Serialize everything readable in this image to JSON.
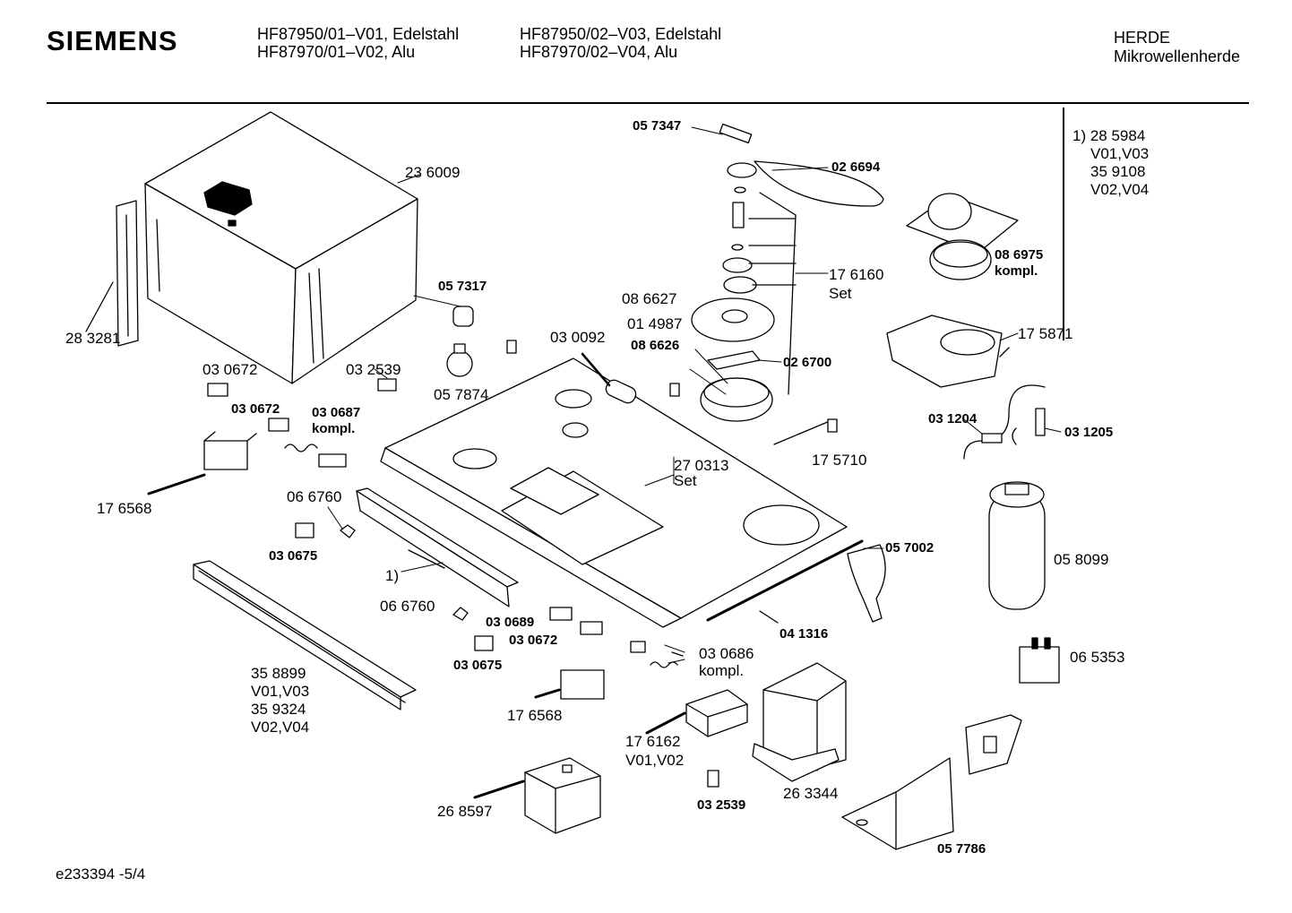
{
  "header": {
    "brand": "SIEMENS",
    "models_col1": [
      "HF87950/01–V01, Edelstahl",
      "HF87970/01–V02, Alu"
    ],
    "models_col2": [
      "HF87950/02–V03, Edelstahl",
      "HF87970/02–V04, Alu"
    ],
    "category": [
      "HERDE",
      "Mikrowellenherde"
    ]
  },
  "side_note": [
    "1)  28 5984",
    "V01,V03",
    "35 9108",
    "V02,V04"
  ],
  "parts": [
    {
      "id": "p236009",
      "text": "23 6009"
    },
    {
      "id": "p283281",
      "text": "28 3281"
    },
    {
      "id": "p030672a",
      "text": "03 0672"
    },
    {
      "id": "p032539a",
      "text": "03 2539"
    },
    {
      "id": "p030672b",
      "text": "03 0672"
    },
    {
      "id": "p030687",
      "text": "03 0687"
    },
    {
      "id": "p030687k",
      "text": "kompl."
    },
    {
      "id": "p176568a",
      "text": "17 6568"
    },
    {
      "id": "p066760a",
      "text": "06 6760"
    },
    {
      "id": "p030675a",
      "text": "03 0675"
    },
    {
      "id": "p1note",
      "text": "1)"
    },
    {
      "id": "p066760b",
      "text": "06 6760"
    },
    {
      "id": "p030689",
      "text": "03 0689"
    },
    {
      "id": "p030672c",
      "text": "03 0672"
    },
    {
      "id": "p030675b",
      "text": "03 0675"
    },
    {
      "id": "p358899",
      "text": "35 8899"
    },
    {
      "id": "pv0103a",
      "text": "V01,V03"
    },
    {
      "id": "p359324",
      "text": "35 9324"
    },
    {
      "id": "pv0204a",
      "text": "V02,V04"
    },
    {
      "id": "p176568b",
      "text": "17 6568"
    },
    {
      "id": "p057317",
      "text": "05 7317"
    },
    {
      "id": "p057874",
      "text": "05 7874"
    },
    {
      "id": "p030092",
      "text": "03 0092"
    },
    {
      "id": "p057347",
      "text": "05 7347"
    },
    {
      "id": "p026694",
      "text": "02 6694"
    },
    {
      "id": "p176160",
      "text": "17 6160"
    },
    {
      "id": "p176160s",
      "text": "Set"
    },
    {
      "id": "p086627",
      "text": "08 6627"
    },
    {
      "id": "p014987",
      "text": "01 4987"
    },
    {
      "id": "p086626",
      "text": "08 6626"
    },
    {
      "id": "p026700",
      "text": "02 6700"
    },
    {
      "id": "p270313",
      "text": "27 0313"
    },
    {
      "id": "p270313s",
      "text": "Set"
    },
    {
      "id": "p175710",
      "text": "17 5710"
    },
    {
      "id": "p086975",
      "text": "08 6975"
    },
    {
      "id": "p086975k",
      "text": "kompl."
    },
    {
      "id": "p175871",
      "text": "17 5871"
    },
    {
      "id": "p031204",
      "text": "03 1204"
    },
    {
      "id": "p031205",
      "text": "03 1205"
    },
    {
      "id": "p058099",
      "text": "05 8099"
    },
    {
      "id": "p057002",
      "text": "05 7002"
    },
    {
      "id": "p041316",
      "text": "04 1316"
    },
    {
      "id": "p030686",
      "text": "03 0686"
    },
    {
      "id": "p030686k",
      "text": "kompl."
    },
    {
      "id": "p065353",
      "text": "06 5353"
    },
    {
      "id": "p176162",
      "text": "17 6162"
    },
    {
      "id": "pv0102",
      "text": "V01,V02"
    },
    {
      "id": "p032539b",
      "text": "03 2539"
    },
    {
      "id": "p263344",
      "text": "26 3344"
    },
    {
      "id": "p268597",
      "text": "26 8597"
    },
    {
      "id": "p057786",
      "text": "05 7786"
    }
  ],
  "footer": {
    "code": "e233394 -5/4"
  }
}
